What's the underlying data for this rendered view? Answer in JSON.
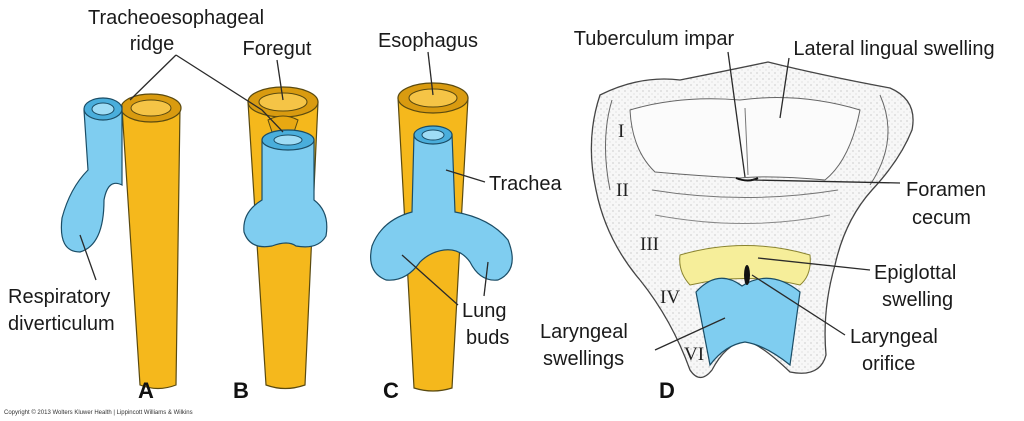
{
  "labels": {
    "tracheoesophageal_1": "Tracheoesophageal",
    "tracheoesophageal_2": "ridge",
    "foregut": "Foregut",
    "esophagus": "Esophagus",
    "respiratory_1": "Respiratory",
    "respiratory_2": "diverticulum",
    "trachea": "Trachea",
    "lung_1": "Lung",
    "lung_2": "buds",
    "tuberculum": "Tuberculum impar",
    "lateral": "Lateral lingual swelling",
    "foramen_1": "Foramen",
    "foramen_2": "cecum",
    "epiglottal_1": "Epiglottal",
    "epiglottal_2": "swelling",
    "laryngeal_orifice_1": "Laryngeal",
    "laryngeal_orifice_2": "orifice",
    "laryngeal_sw_1": "Laryngeal",
    "laryngeal_sw_2": "swellings"
  },
  "arches": [
    "I",
    "II",
    "III",
    "IV",
    "VI"
  ],
  "panels": [
    "A",
    "B",
    "C",
    "D"
  ],
  "copyright": "Copyright © 2013 Wolters Kluwer Health | Lippincott Williams & Wilkins",
  "colors": {
    "foregut_yellow": "#f5b81c",
    "respiratory_blue": "#7fcdf0",
    "epiglottal_yellow": "#f6ee9a"
  }
}
